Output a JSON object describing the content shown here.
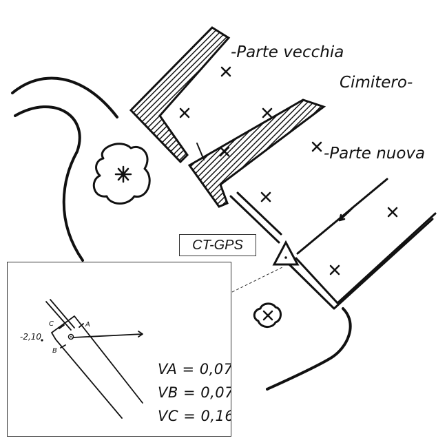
{
  "map": {
    "label_old_part": "-Parte vecchia",
    "label_cemetery": "Cimitero-",
    "label_new_part": "-Parte nuova"
  },
  "station": {
    "label": "CT-GPS"
  },
  "inset": {
    "elevation": "-2,10",
    "point_a": "A",
    "point_b": "B",
    "point_c": "C",
    "measurements": [
      {
        "label": "VA = 0,07"
      },
      {
        "label": "VB = 0,07"
      },
      {
        "label": "VC = 0,16"
      }
    ]
  }
}
